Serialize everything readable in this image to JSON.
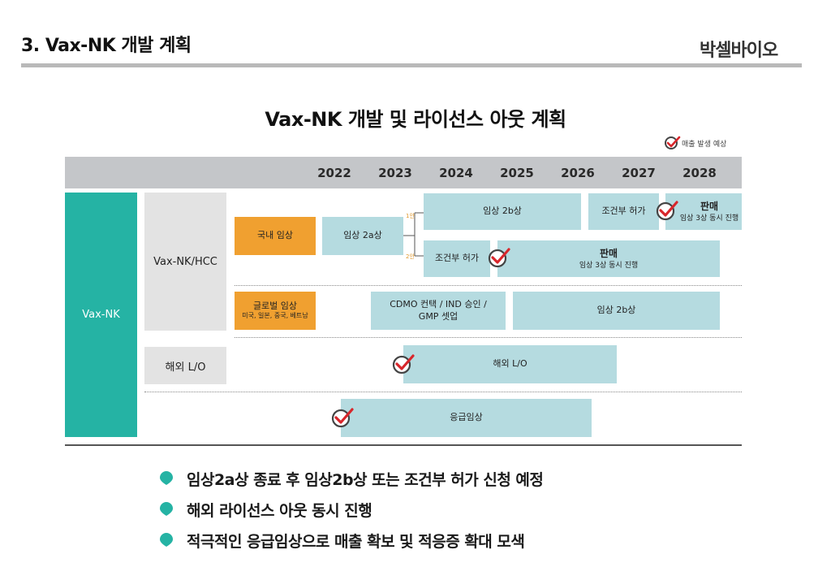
{
  "page": {
    "title": "3. Vax-NK 개발 계획",
    "logo": "박셀바이오"
  },
  "diagram": {
    "title": "Vax-NK 개발 및 라이선스 아웃 계획",
    "legend": "매출 발생 예상",
    "years": [
      "2022",
      "2023",
      "2024",
      "2025",
      "2026",
      "2027",
      "2028"
    ],
    "group_label": "Vax-NK",
    "rows": {
      "hcc_label": "Vax-NK/HCC",
      "overseas_label": "해외 L/O"
    },
    "domestic": {
      "label": "국내 임상",
      "phase2a": "임상 2a상",
      "branch1": "1안",
      "branch2": "2안",
      "opt1_phase2b": "임상 2b상",
      "opt1_approval": "조건부 허가",
      "opt1_sales": "판매",
      "opt1_sales_sub": "임상 3상 동시 진행",
      "opt2_approval": "조건부 허가",
      "opt2_sales": "판매",
      "opt2_sales_sub": "임상 3상 동시 진행"
    },
    "global": {
      "label": "글로벌 임상",
      "countries": "미국, 일본, 중국, 베트남",
      "cdmo_line1": "CDMO 컨택 / IND 승인 /",
      "cdmo_line2": "GMP 셋업",
      "phase2b": "임상 2b상"
    },
    "overseas_bar": "해외 L/O",
    "emergency_bar": "응급임상",
    "colors": {
      "teal": "#25b3a4",
      "orange": "#f0a030",
      "bar": "#b5dbe0",
      "check": "#d8262b"
    }
  },
  "bullets": [
    "임상2a상 종료 후 임상2b상 또는 조건부 허가 신청 예정",
    "해외 라이선스 아웃 동시 진행",
    "적극적인 응급임상으로 매출 확보 및 적응증 확대 모색"
  ]
}
